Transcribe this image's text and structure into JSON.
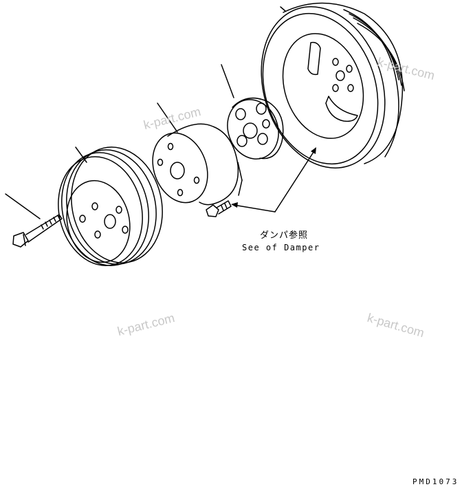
{
  "diagram": {
    "callout_japanese": "ダンパ参照",
    "callout_english": "See of Damper",
    "figure_code": "PMD1073",
    "watermarks": [
      "k-part.com",
      "k-part.com",
      "k-part.com",
      "k-part.com"
    ]
  }
}
